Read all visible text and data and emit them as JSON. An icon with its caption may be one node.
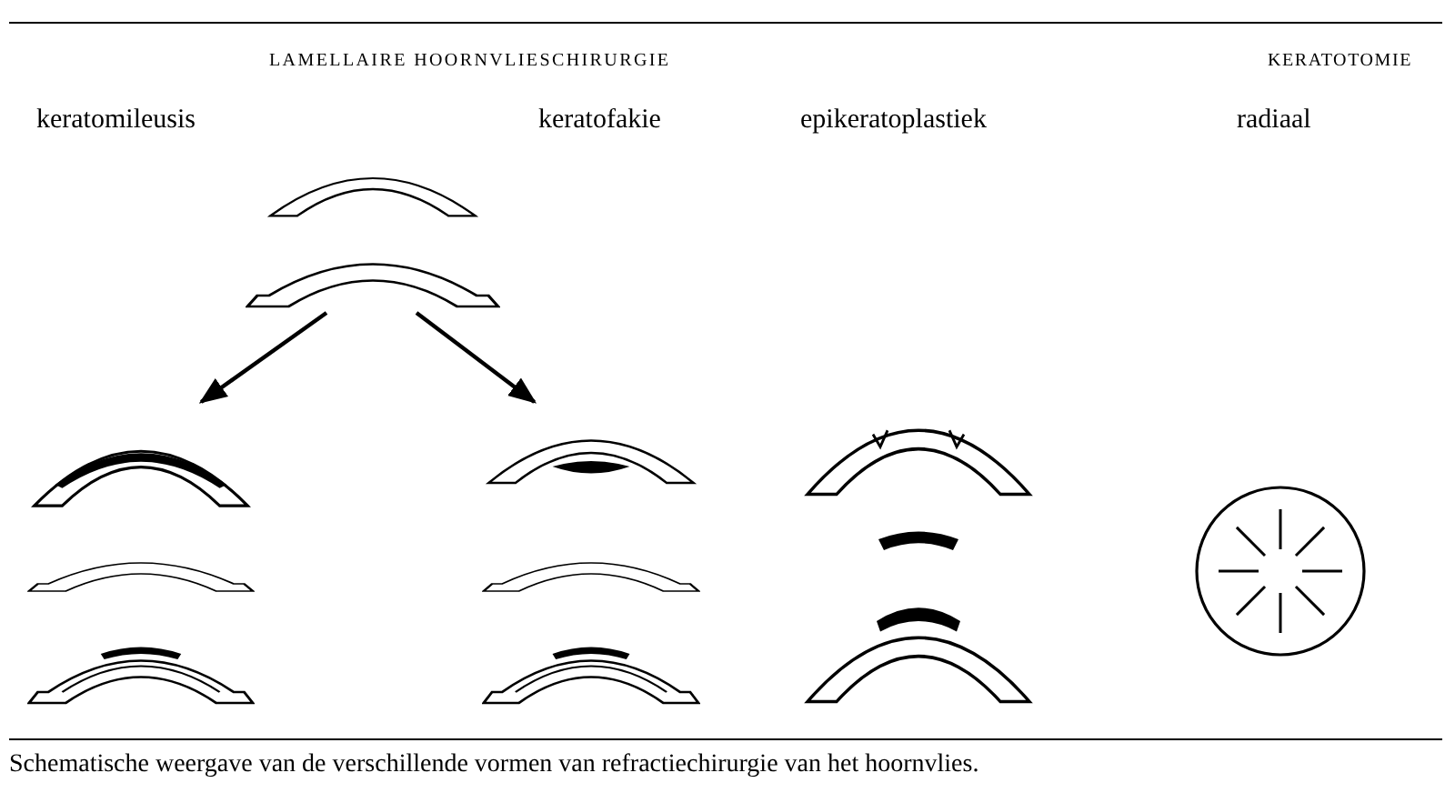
{
  "diagram": {
    "caption": "Schematische weergave van de verschillende vormen van refractiechirurgie van het hoornvlies.",
    "nodes": [
      {
        "text": [],
        "shape": "picture"
      },
      {
        "text": [],
        "shape": "picture"
      },
      {
        "text": [],
        "shape": "picture"
      }
    ],
    "edges": [
      {
        "from": 0,
        "to": 1,
        "arrow": "to"
      },
      {
        "from": 0,
        "to": 2,
        "arrow": "to"
      }
    ],
    "labels": [
      "LAMELLAIRE HOORNVLIESCHIRURGIE",
      "KERATOTOMIE",
      "keratomileusis",
      "keratofakie",
      "epikeratoplastiek",
      "radiaal"
    ]
  }
}
